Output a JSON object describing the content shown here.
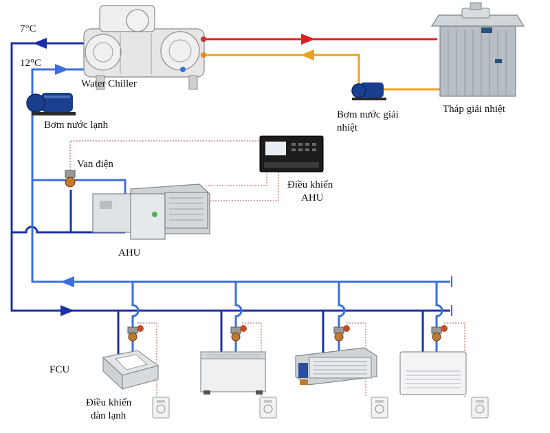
{
  "labels": {
    "temp_supply": "7°C",
    "temp_return": "12°C",
    "chiller": "Water Chiller",
    "chilled_pump": "Bơm nước lạnh",
    "cooling_pump_line1": "Bơm nước giải",
    "cooling_pump_line2": "nhiệt",
    "cooling_tower": "Tháp giải nhiệt",
    "valve": "Van điện",
    "ahu_control_line1": "Điều khiển",
    "ahu_control_line2": "AHU",
    "ahu": "AHU",
    "fcu": "FCU",
    "fcu_control_line1": "Điều khiển",
    "fcu_control_line2": "dàn lạnh"
  },
  "colors": {
    "supply_pipe": "#1a2fa8",
    "return_pipe": "#3a6fe0",
    "hot_pipe": "#e02020",
    "warm_pipe": "#f0a020",
    "control_wire": "#b05050",
    "equipment": "#d8d8d8",
    "pump": "#1a3f8f"
  },
  "icons": [
    "water-chiller",
    "chilled-water-pump",
    "cooling-water-pump",
    "cooling-tower",
    "motorized-valve",
    "ahu-controller",
    "air-handling-unit",
    "cassette-fcu",
    "floor-fcu",
    "ducted-fcu",
    "ceiling-fcu",
    "thermostat"
  ]
}
